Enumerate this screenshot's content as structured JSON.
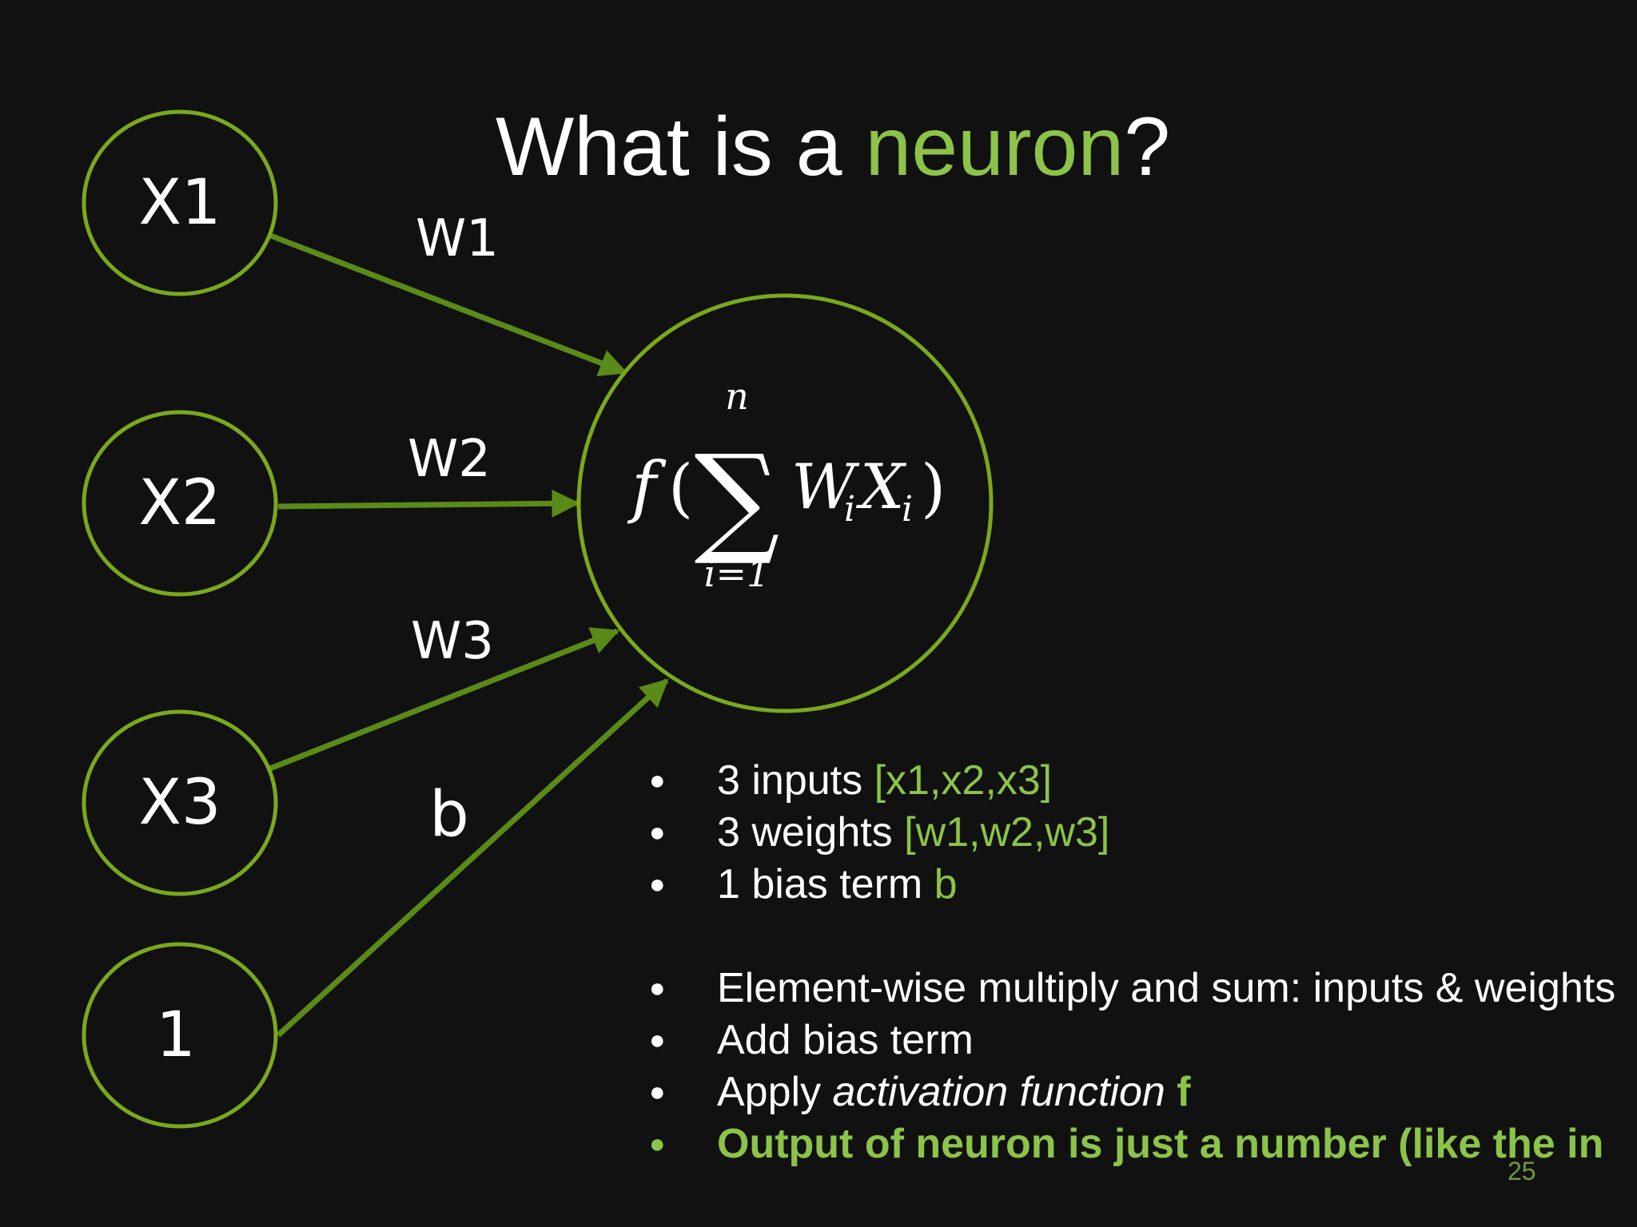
{
  "slide": {
    "title_prefix": "What is a ",
    "title_accent": "neuron",
    "title_suffix": "?",
    "page_number": "25"
  },
  "diagram": {
    "input_nodes": [
      "X1",
      "X2",
      "X3",
      "1"
    ],
    "edge_labels": [
      "W1",
      "W2",
      "W3",
      "b"
    ],
    "neuron_formula": {
      "function": "f",
      "open_paren": "(",
      "sigma": "∑",
      "upper_limit": "n",
      "lower_limit": "i=1",
      "term_w": "W",
      "term_w_sub": "i",
      "term_x": "X",
      "term_x_sub": "i",
      "close_paren": ")"
    },
    "colors": {
      "node_stroke": "#7aa81e",
      "arrow": "#5a8a18",
      "accent_text": "#8cc34a",
      "background": "#111111"
    }
  },
  "bullets": {
    "group1": [
      {
        "text": "3 inputs ",
        "accent": "[x1,x2,x3]"
      },
      {
        "text": "3 weights ",
        "accent": "[w1,w2,w3]"
      },
      {
        "text": "1 bias term ",
        "accent": "b"
      }
    ],
    "group2": [
      {
        "text": "Element-wise multiply and sum: inputs & weights"
      },
      {
        "text": "Add bias term"
      },
      {
        "text": "Apply ",
        "italic": "activation function",
        "accent": " f"
      },
      {
        "text": "Output of neuron is just a number (like the in"
      }
    ]
  }
}
